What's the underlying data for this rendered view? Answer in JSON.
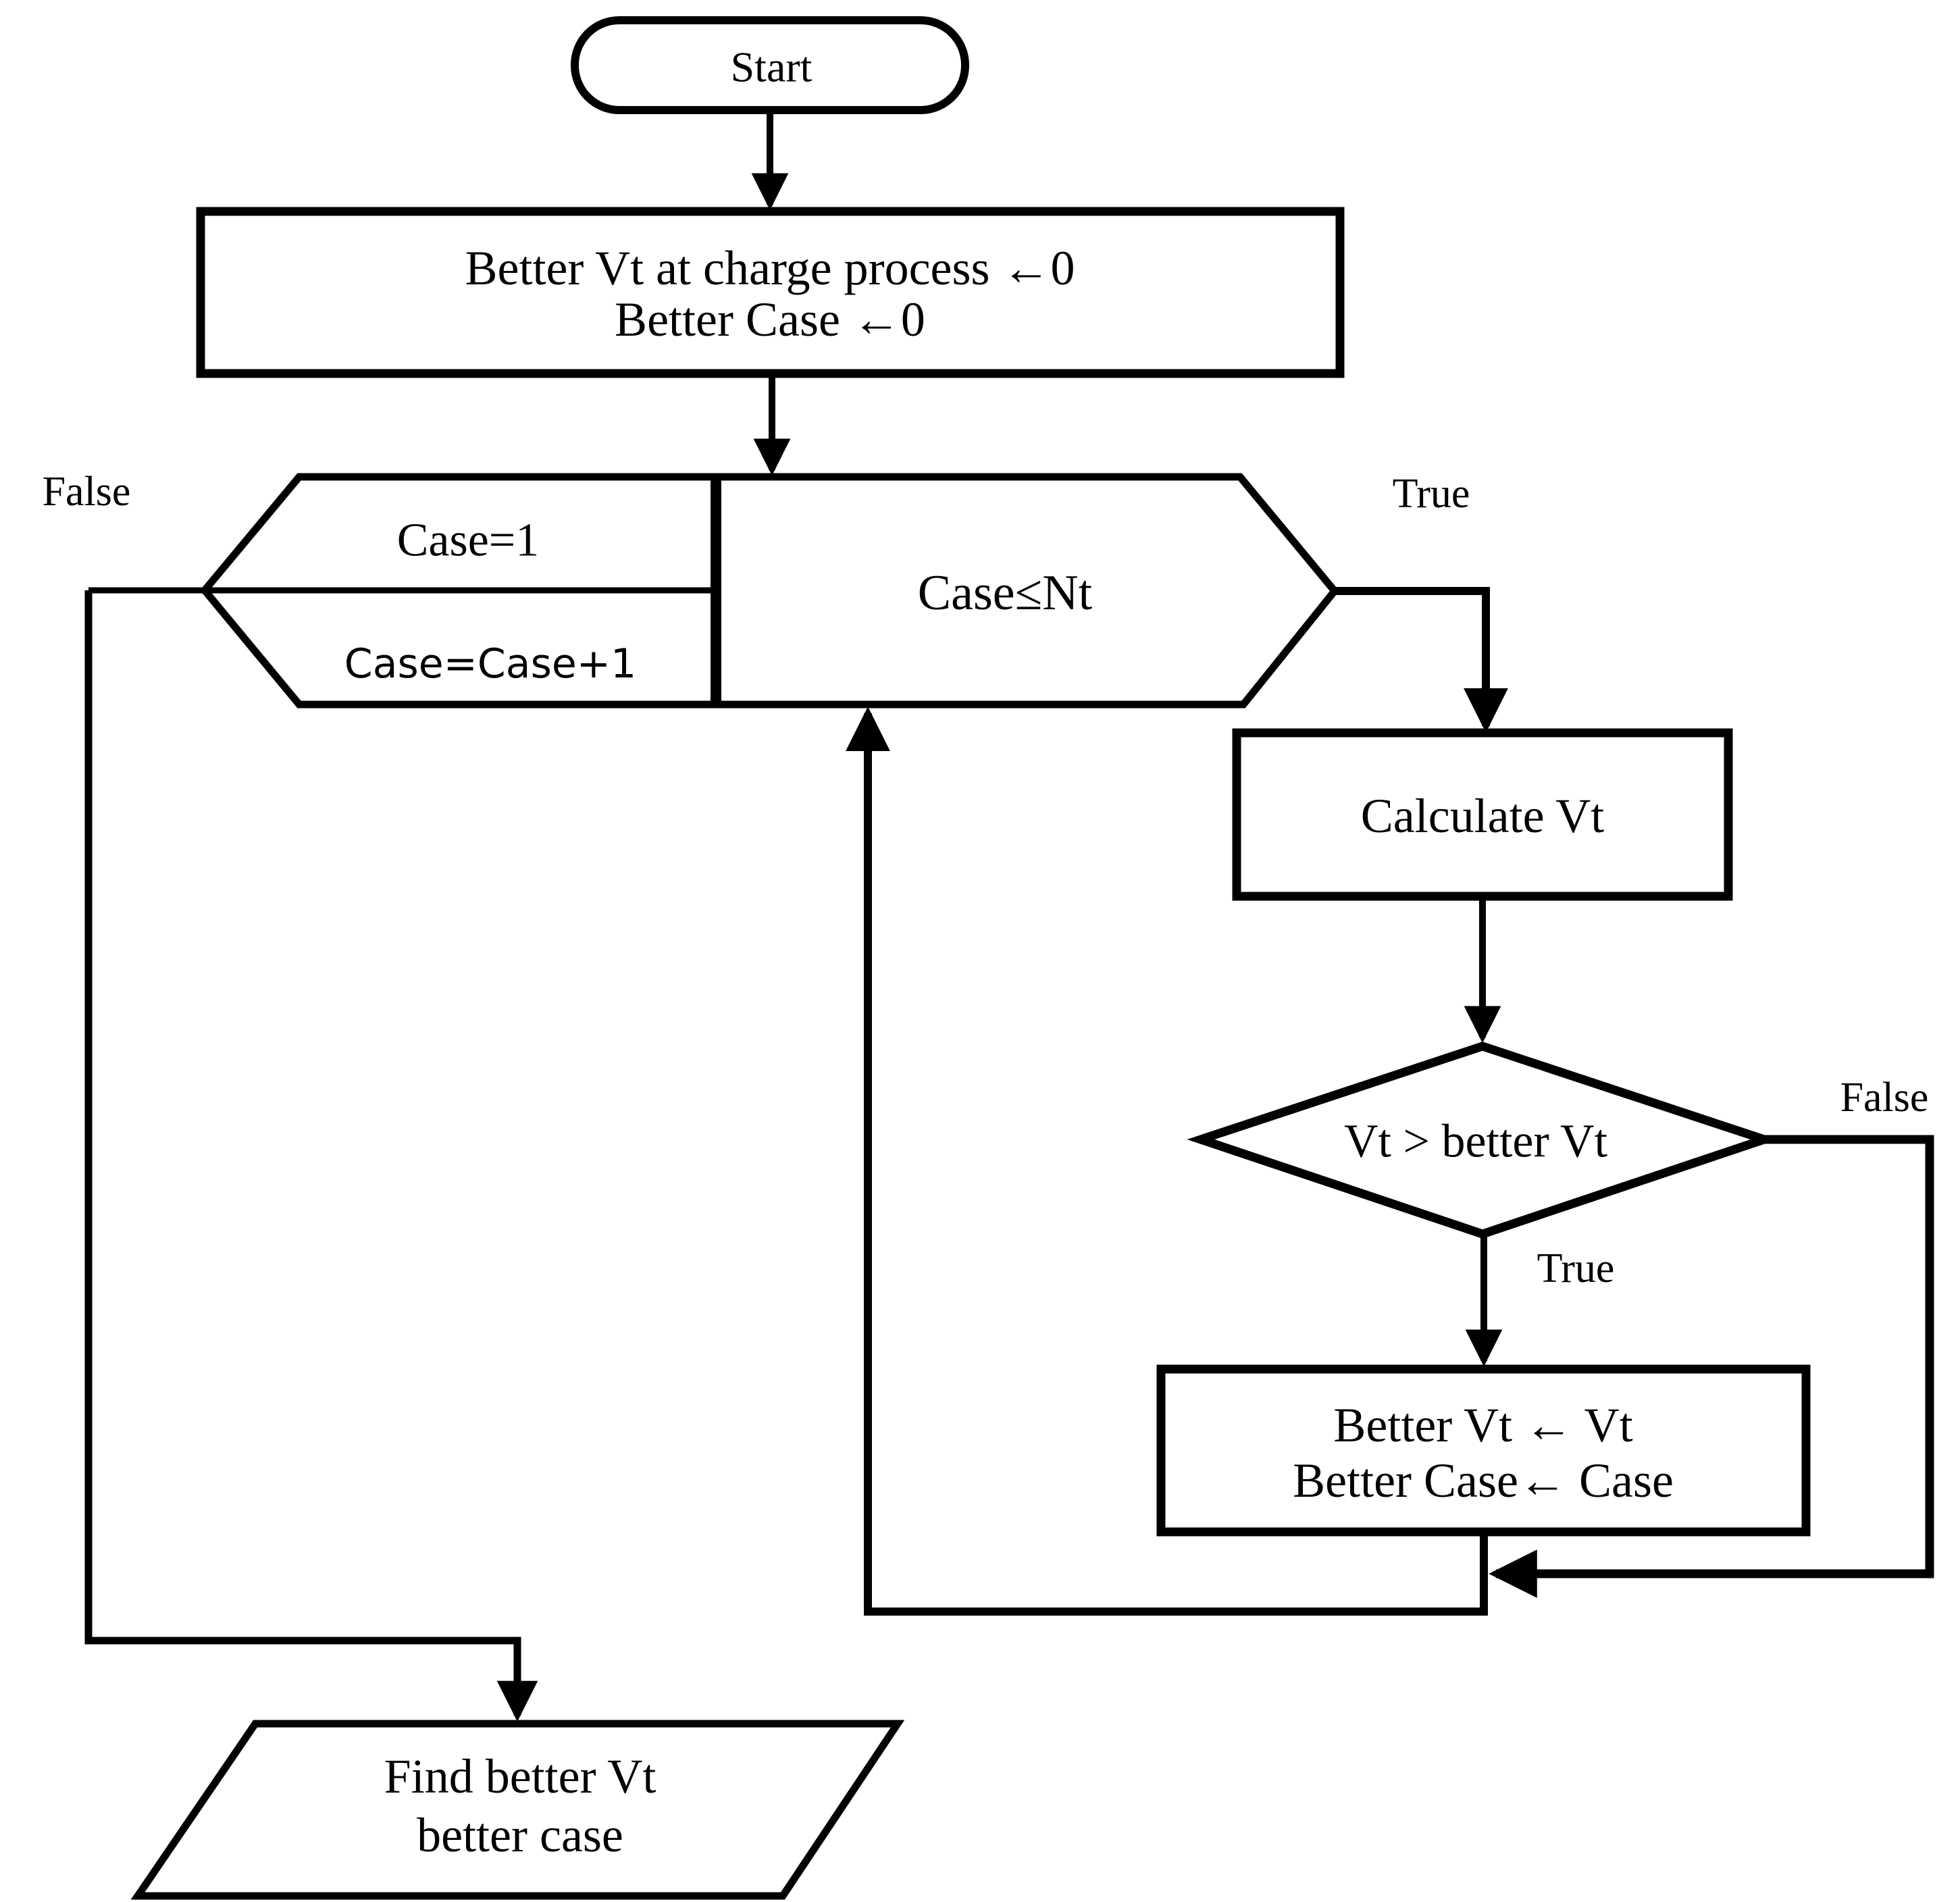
{
  "diagram": {
    "type": "flowchart",
    "colors": {
      "stroke": "#000000",
      "background": "#ffffff",
      "text": "#000000"
    },
    "nodes": {
      "start": {
        "shape": "terminator",
        "label": "Start"
      },
      "init": {
        "shape": "process",
        "line1": "Better Vt at charge process ←0",
        "line2": "Better Case ←0"
      },
      "loop": {
        "shape": "loop-hexagon",
        "cell_top": "Case=1",
        "cell_bottom": "Case=Case+1",
        "condition": "Case≤Nt"
      },
      "calculate": {
        "shape": "process",
        "label": "Calculate Vt"
      },
      "decision": {
        "shape": "diamond",
        "label": "Vt > better Vt"
      },
      "update": {
        "shape": "process",
        "line1": "Better Vt ← Vt",
        "line2": "Better Case← Case"
      },
      "output": {
        "shape": "data-parallelogram",
        "line1": "Find better Vt",
        "line2": "better case"
      }
    },
    "edge_labels": {
      "loop_false": "False",
      "loop_true": "True",
      "decision_false": "False",
      "decision_true": "True"
    }
  }
}
